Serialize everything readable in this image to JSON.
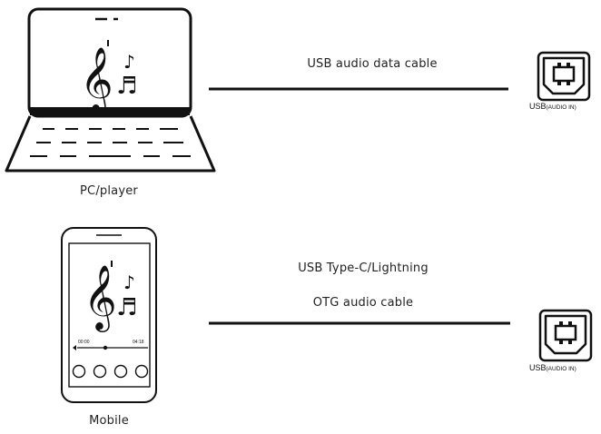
{
  "pc": {
    "label": "PC/player"
  },
  "mobile": {
    "label": "Mobile",
    "time_start": "00:00",
    "time_end": "04:18"
  },
  "cable_top": {
    "label": "USB audio data cable"
  },
  "cable_bottom": {
    "label_line1": "USB Type-C/Lightning",
    "label_line2": "OTG audio cable"
  },
  "usb_port_top": {
    "label_main": "USB",
    "label_sub": "(AUDIO IN)"
  },
  "usb_port_bottom": {
    "label_main": "USB",
    "label_sub": "(AUDIO IN)"
  },
  "colors": {
    "line": "#111111",
    "background": "#ffffff"
  }
}
